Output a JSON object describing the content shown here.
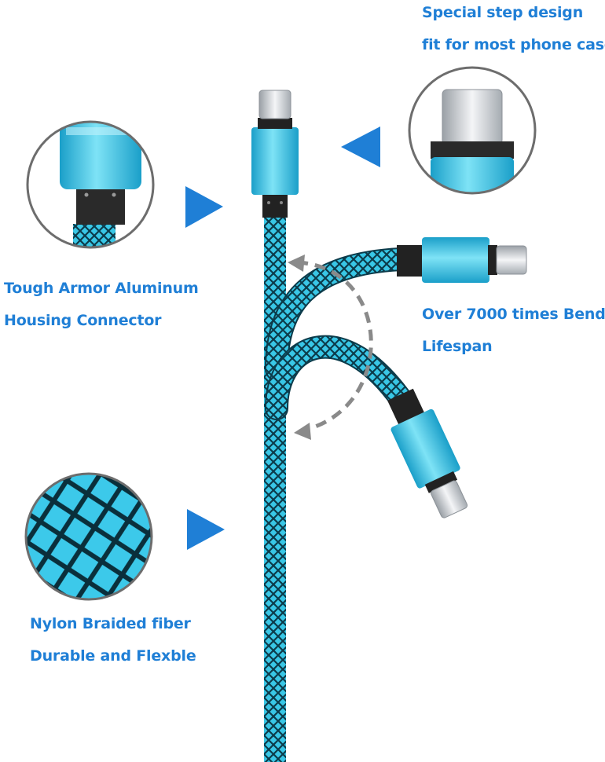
{
  "colors": {
    "accent": "#1f7fd6",
    "cable": "#39c7e6",
    "braid_dark": "#0c3b4a",
    "connector": "#2fc0e2",
    "arrow_gray": "#8a8a8a"
  },
  "callouts": {
    "step_design": {
      "line1": "Special step design",
      "line2": "fit for most phone case"
    },
    "aluminum": {
      "line1": "Tough Armor Aluminum",
      "line2": "Housing Connector"
    },
    "bend": {
      "line1": "Over 7000 times Bend",
      "line2": "Lifespan"
    },
    "nylon": {
      "line1": "Nylon Braided fiber",
      "line2": "Durable and Flexble"
    }
  },
  "icons": {
    "pointer": "triangle-pointer-icon",
    "bend": "curved-dashed-arrow-icon"
  }
}
